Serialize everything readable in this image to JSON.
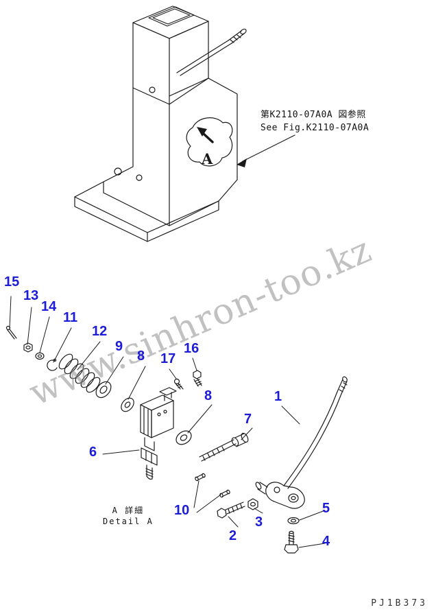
{
  "page": {
    "background": "#ffffff",
    "accent_blue": "#1c1cd8",
    "line_color": "#1a1a1a",
    "watermark_color": "#8f8f8f"
  },
  "reference_note": {
    "line1_jp": "第K2110-07A0A 図参照",
    "line2_en": "See Fig.K2110-07A0A"
  },
  "view_label": "A",
  "detail_note": {
    "jp": "A 詳細",
    "en": "Detail A"
  },
  "watermark_text": "www.sinhron-too.kz",
  "drawing_code": "PJ1B373",
  "callouts": [
    "15",
    "13",
    "14",
    "11",
    "12",
    "9",
    "8",
    "17",
    "16",
    "8",
    "1",
    "7",
    "6",
    "10",
    "2",
    "3",
    "5",
    "4"
  ]
}
